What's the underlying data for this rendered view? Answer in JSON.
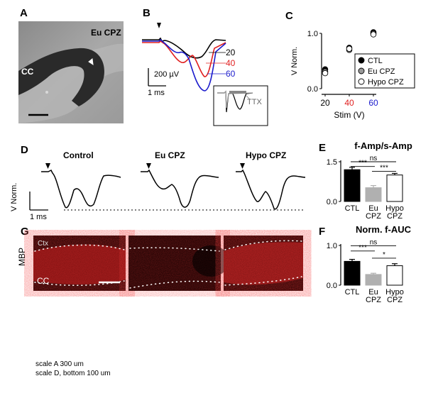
{
  "panels": {
    "A": {
      "letter": "A",
      "group_label": "Eu CPZ",
      "region_label": "CC"
    },
    "B": {
      "letter": "B",
      "traces": [
        {
          "label": "20",
          "color": "#000000"
        },
        {
          "label": "40",
          "color": "#e02020"
        },
        {
          "label": "60",
          "color": "#1a1acc"
        }
      ],
      "scale_v": "200 µV",
      "scale_t": "1 ms",
      "inset_label": "TTX"
    },
    "C": {
      "letter": "C"
    },
    "D": {
      "letter": "D",
      "traces": [
        "Control",
        "Eu CPZ",
        "Hypo CPZ"
      ],
      "ylabel": "V Norm.",
      "scale_t": "1 ms"
    },
    "E": {
      "letter": "E"
    },
    "F": {
      "letter": "F"
    },
    "G": {
      "letter": "G",
      "ylabel": "MBP",
      "label_ctx": "Ctx",
      "label_cc": "CC"
    }
  },
  "note_lines": [
    "scale A 300 um",
    "scale D, bottom 100 um"
  ],
  "chart_data": [
    {
      "panel": "C",
      "type": "scatter",
      "xlabel": "Stim  (V)",
      "ylabel": "V Norm.",
      "x_ticks": [
        {
          "label": "20",
          "color": "#000000"
        },
        {
          "label": "40",
          "color": "#e02020"
        },
        {
          "label": "60",
          "color": "#1a1acc"
        }
      ],
      "y_ticks": [
        "0.0",
        "1.0"
      ],
      "ylim": [
        0,
        1
      ],
      "series": [
        {
          "name": "CTL",
          "fill": "#000000",
          "values": [
            0.33,
            0.72,
            1.0
          ]
        },
        {
          "name": "Eu CPZ",
          "fill": "#999999",
          "values": [
            0.31,
            0.7,
            1.0
          ]
        },
        {
          "name": "Hypo CPZ",
          "fill": "#ffffff",
          "values": [
            0.3,
            0.74,
            1.0
          ]
        }
      ],
      "legend": "right"
    },
    {
      "panel": "E",
      "type": "bar",
      "title": "f-Amp/s-Amp",
      "categories": [
        "CTL",
        "Eu\nCPZ",
        "Hypo\nCPZ"
      ],
      "values": [
        1.2,
        0.52,
        1.0
      ],
      "errors": [
        0.09,
        0.08,
        0.06
      ],
      "fills": [
        "#000000",
        "#b0b0b0",
        "#ffffff"
      ],
      "y_ticks": [
        "0.0",
        "1.5"
      ],
      "ylim": [
        0,
        1.5
      ],
      "significance": [
        {
          "from": 0,
          "to": 1,
          "label": "***",
          "level": 1.32
        },
        {
          "from": 1,
          "to": 2,
          "label": "***",
          "level": 1.14
        },
        {
          "from": 0,
          "to": 2,
          "label": "ns",
          "level": 1.5
        }
      ]
    },
    {
      "panel": "F",
      "type": "bar",
      "title": "Norm. f-AUC",
      "categories": [
        "CTL",
        "Eu\nCPZ",
        "Hypo\nCPZ"
      ],
      "values": [
        0.6,
        0.27,
        0.49
      ],
      "errors": [
        0.05,
        0.03,
        0.05
      ],
      "fills": [
        "#000000",
        "#b0b0b0",
        "#ffffff"
      ],
      "y_ticks": [
        "0.0",
        "1.0"
      ],
      "ylim": [
        0,
        1
      ],
      "significance": [
        {
          "from": 0,
          "to": 1,
          "label": "***",
          "level": 0.86
        },
        {
          "from": 1,
          "to": 2,
          "label": "*",
          "level": 0.68
        },
        {
          "from": 0,
          "to": 2,
          "label": "ns",
          "level": 0.99
        }
      ]
    }
  ]
}
